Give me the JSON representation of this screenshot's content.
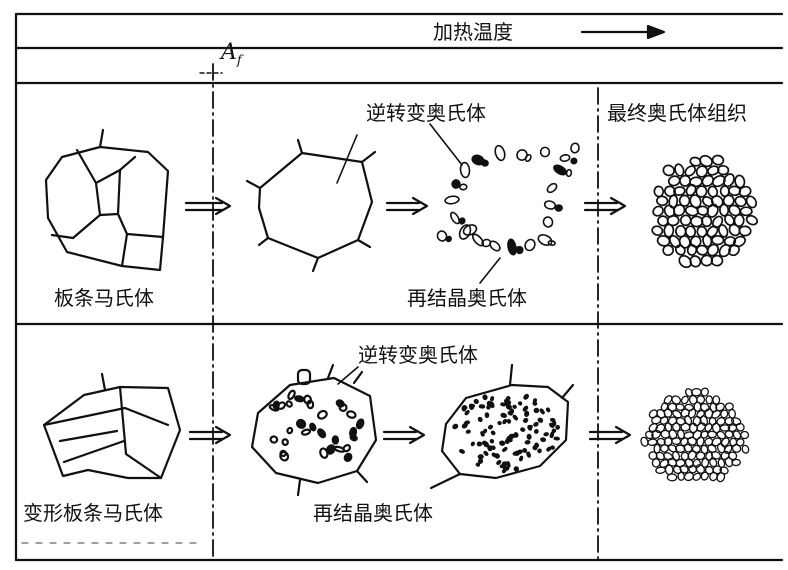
{
  "header": {
    "heating_label": "加热温度",
    "af_symbol": "A",
    "af_subscript": "f"
  },
  "row1": {
    "start_label": "板条马氏体",
    "reverse_label": "逆转变奥氏体",
    "recryst_label": "再结晶奥氏体",
    "final_label": "最终奥氏体组织"
  },
  "row2": {
    "start_label": "变形板条马氏体",
    "reverse_label": "逆转变奥氏体",
    "recryst_label": "再结晶奥氏体"
  },
  "colors": {
    "ink": "#111111",
    "background": "#ffffff"
  }
}
